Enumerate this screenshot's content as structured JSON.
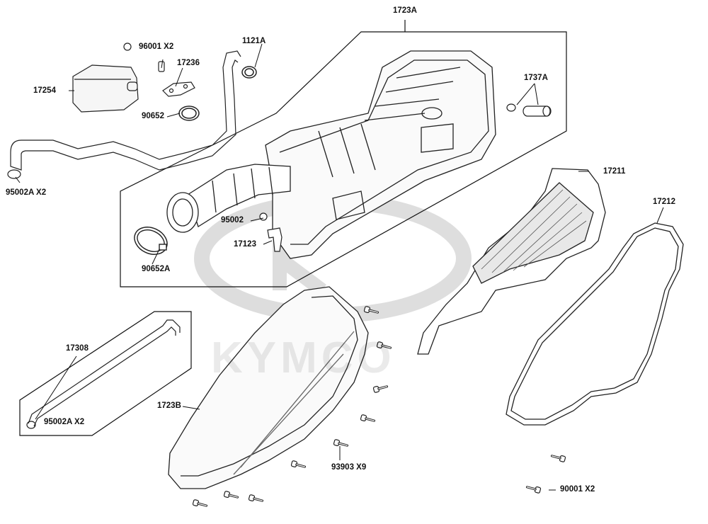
{
  "watermark": {
    "brand": "KYMCO"
  },
  "parts": [
    {
      "id": "p-1723A",
      "label": "1723A"
    },
    {
      "id": "p-96001",
      "label": "96001  X2"
    },
    {
      "id": "p-1121A",
      "label": "1121A"
    },
    {
      "id": "p-17236",
      "label": "17236"
    },
    {
      "id": "p-17254",
      "label": "17254"
    },
    {
      "id": "p-1737A",
      "label": "1737A"
    },
    {
      "id": "p-90652",
      "label": "90652"
    },
    {
      "id": "p-95002A-top",
      "label": "95002A  X2"
    },
    {
      "id": "p-17211",
      "label": "17211"
    },
    {
      "id": "p-17212",
      "label": "17212"
    },
    {
      "id": "p-95002",
      "label": "95002"
    },
    {
      "id": "p-17123",
      "label": "17123"
    },
    {
      "id": "p-90652A",
      "label": "90652A"
    },
    {
      "id": "p-17308",
      "label": "17308"
    },
    {
      "id": "p-1723B",
      "label": "1723B"
    },
    {
      "id": "p-95002A-bot",
      "label": "95002A  X2"
    },
    {
      "id": "p-93903",
      "label": "93903  X9"
    },
    {
      "id": "p-90001",
      "label": "90001  X2"
    }
  ]
}
